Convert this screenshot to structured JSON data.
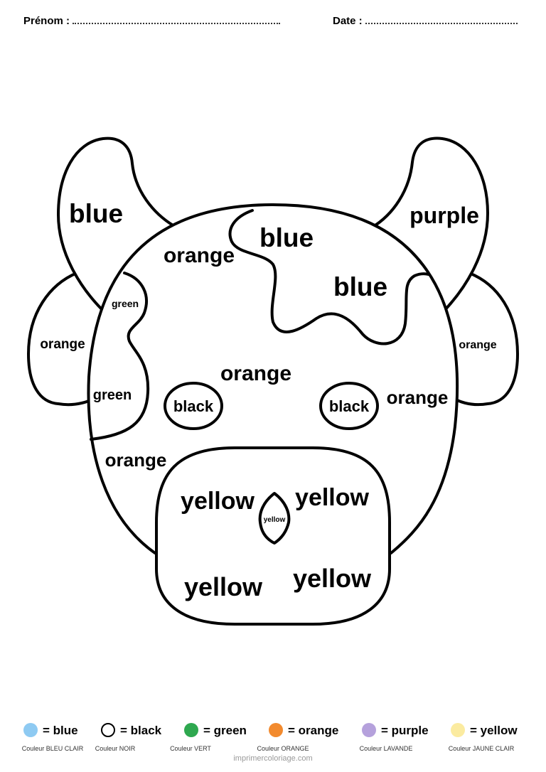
{
  "header": {
    "name_label": "Prénom :",
    "date_label": "Date :"
  },
  "regions": {
    "left_horn": "blue",
    "right_horn": "purple",
    "forehead": "orange",
    "spot_top_1": "blue",
    "spot_top_2": "blue",
    "left_spot_top": "green",
    "left_spot_bottom": "green",
    "left_ear": "orange",
    "right_ear": "orange",
    "face_center": "orange",
    "face_right": "orange",
    "face_lower_left": "orange",
    "left_eye": "black",
    "right_eye": "black",
    "snout_top_left": "yellow",
    "snout_top_right": "yellow",
    "snout_bottom_left": "yellow",
    "snout_bottom_right": "yellow",
    "nose": "yellow"
  },
  "legend": [
    {
      "label": "= blue",
      "sub": "Couleur BLEU CLAIR",
      "color": "#8ecaf2",
      "icon": "swatch-blue"
    },
    {
      "label": "= black",
      "sub": "Couleur NOIR",
      "color": "#ffffff",
      "icon": "swatch-black"
    },
    {
      "label": "= green",
      "sub": "Couleur VERT",
      "color": "#2ea84f",
      "icon": "swatch-green"
    },
    {
      "label": "= orange",
      "sub": "Couleur ORANGE",
      "color": "#f28a2e",
      "icon": "swatch-orange"
    },
    {
      "label": "= purple",
      "sub": "Couleur LAVANDE",
      "color": "#b5a1dc",
      "icon": "swatch-purple"
    },
    {
      "label": "= yellow",
      "sub": "Couleur JAUNE CLAIR",
      "color": "#fbeba0",
      "icon": "swatch-yellow"
    }
  ],
  "footer": {
    "site": "imprimercoloriage.com"
  }
}
